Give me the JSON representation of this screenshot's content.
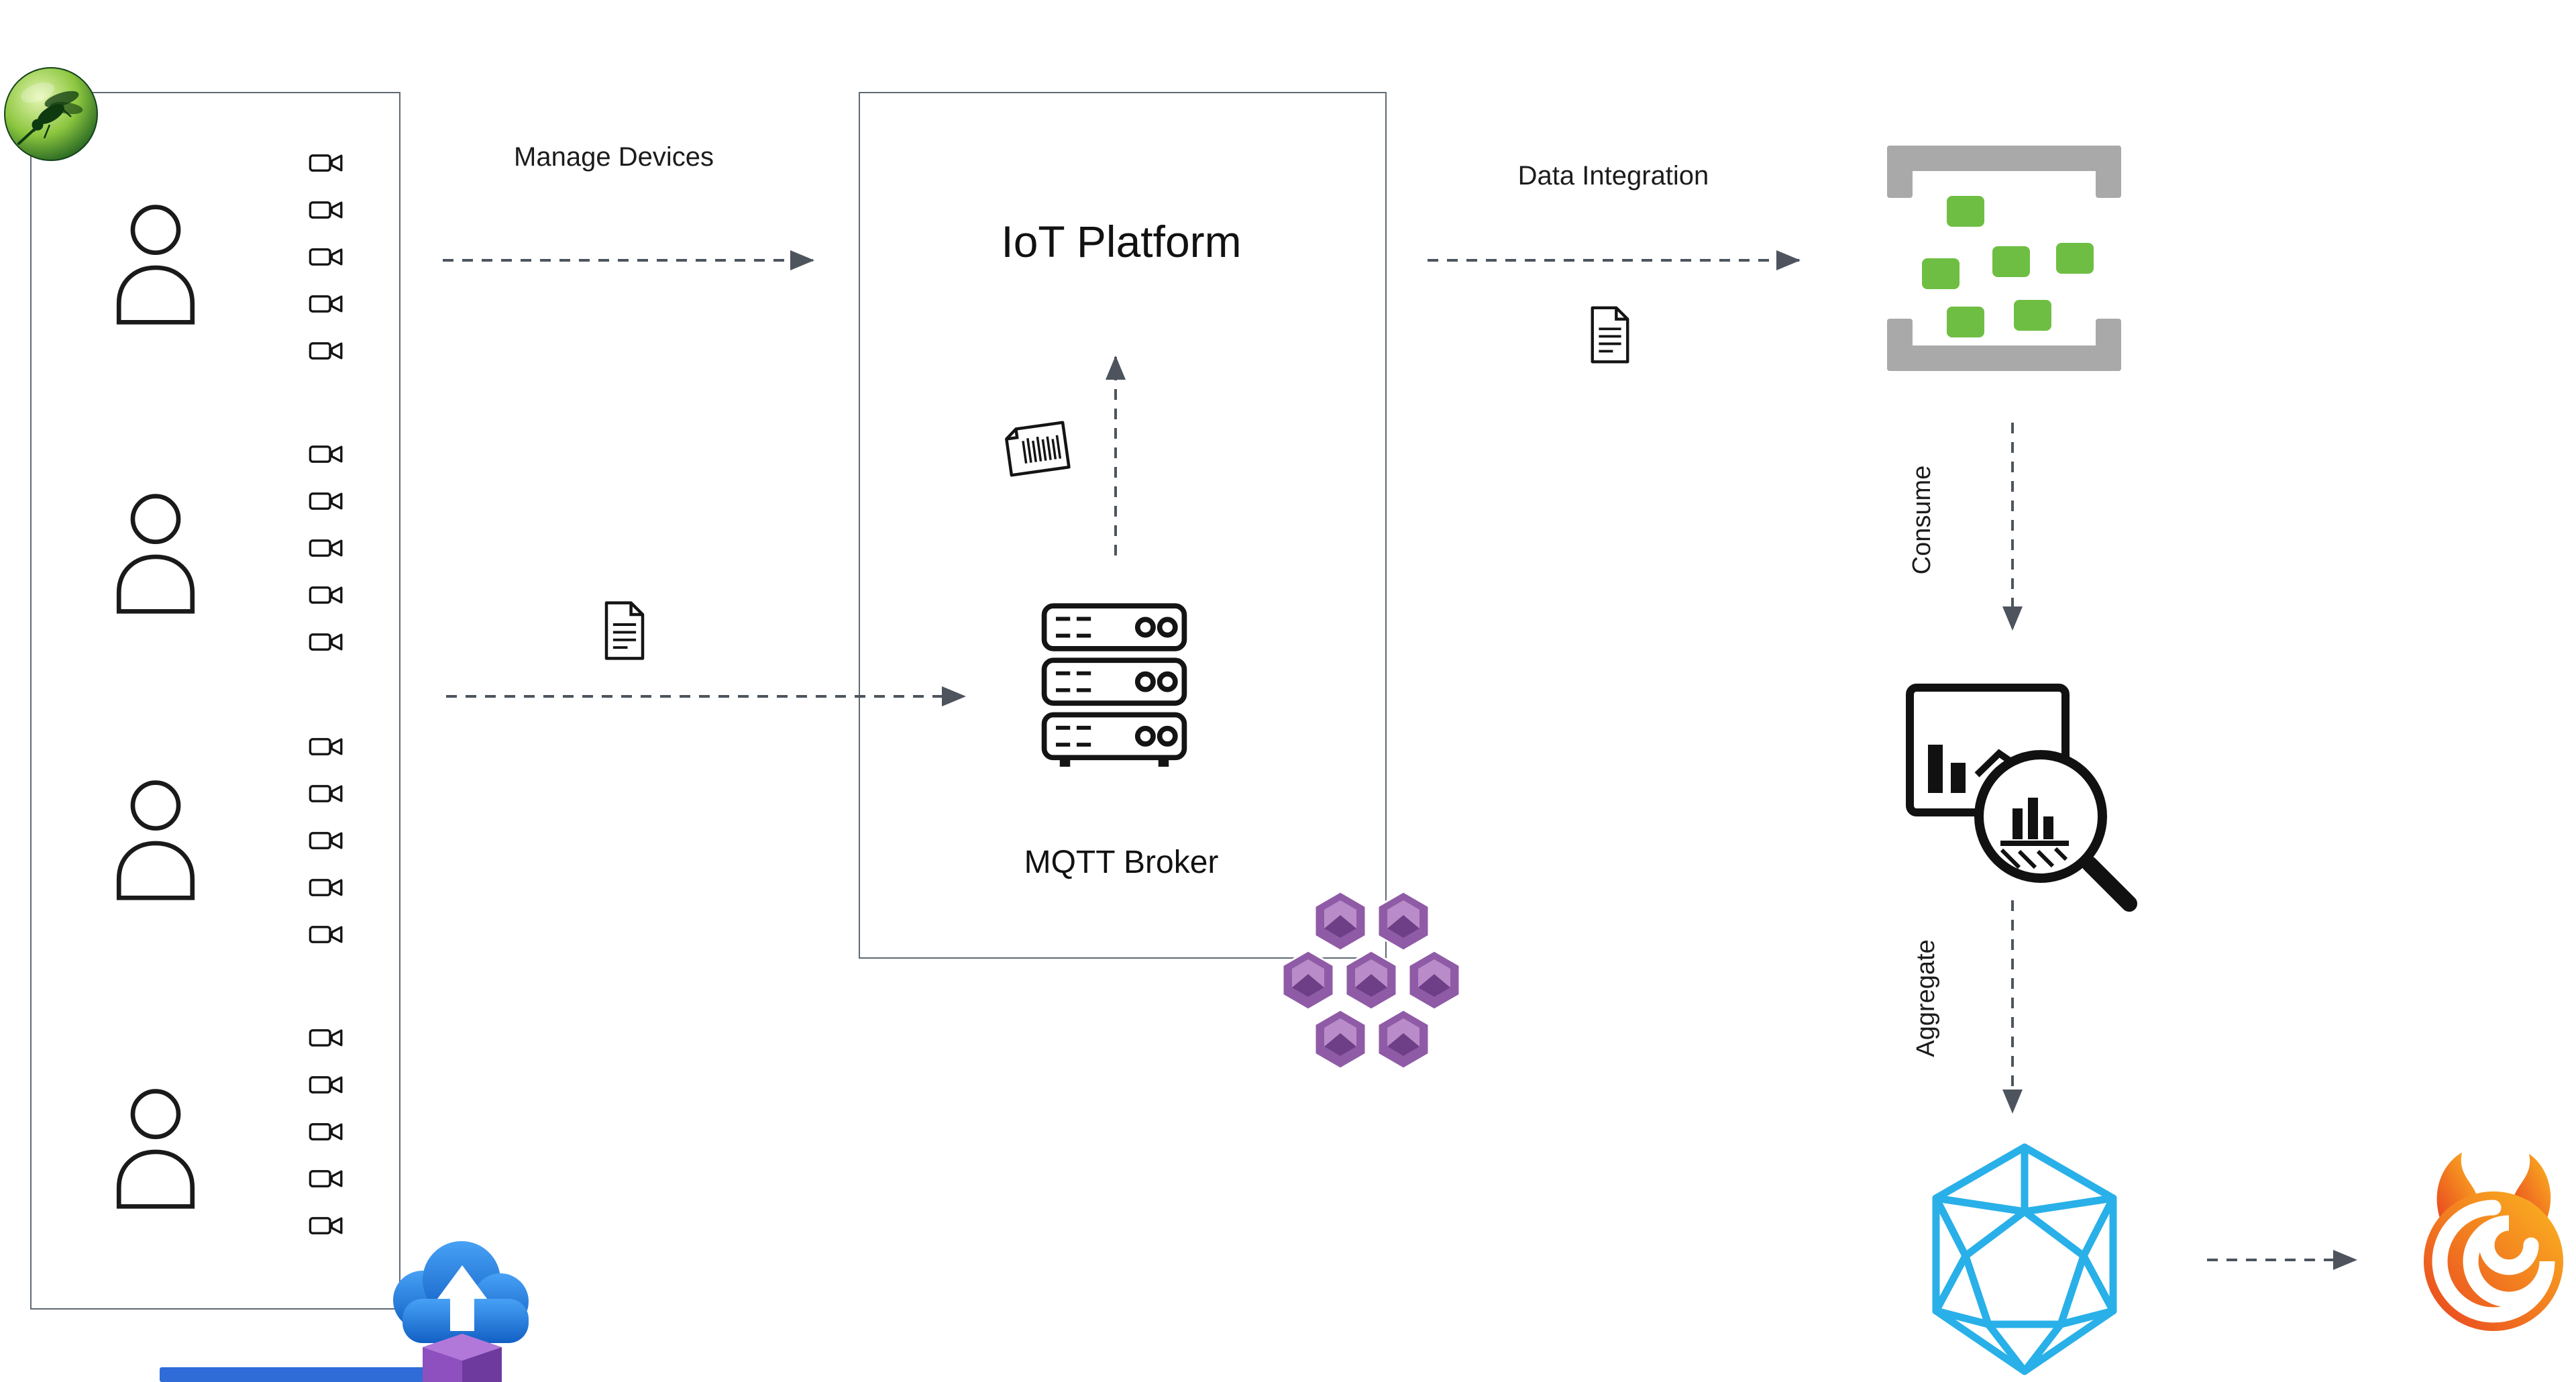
{
  "diagram": {
    "type": "iot-architecture-diagram",
    "labels": {
      "manage_devices": "Manage Devices",
      "data_integration": "Data Integration",
      "consume": "Consume",
      "aggregate": "Aggregate"
    },
    "iot_platform": {
      "title": "IoT Platform",
      "broker_label": "MQTT Broker"
    },
    "devices_panel": {
      "user_count": 4,
      "cameras_per_user": 5
    },
    "icons": [
      "mosquito-logo",
      "user-icon",
      "video-camera-icon",
      "document-icon",
      "barcode-document-icon",
      "server-stack-icon",
      "hexagon-cluster-icon",
      "green-blocks-frame-icon",
      "chart-magnifier-icon",
      "blue-polyhedron-icon",
      "grafana-logo",
      "cloud-upload-icon",
      "package-box-icon"
    ],
    "colors": {
      "arrow": "#4d545e",
      "box_border": "#5f6a74",
      "green_block": "#6fbe44",
      "gray_bracket": "#a9a9a9",
      "purple_hexagon": "#8f5ba6",
      "blue_polyhedron": "#29b0e8",
      "grafana_orange": "#e8431f",
      "grafana_yellow": "#fcb821",
      "cloud_blue": "#1260c4",
      "package_purple": "#8e4fbf"
    }
  }
}
